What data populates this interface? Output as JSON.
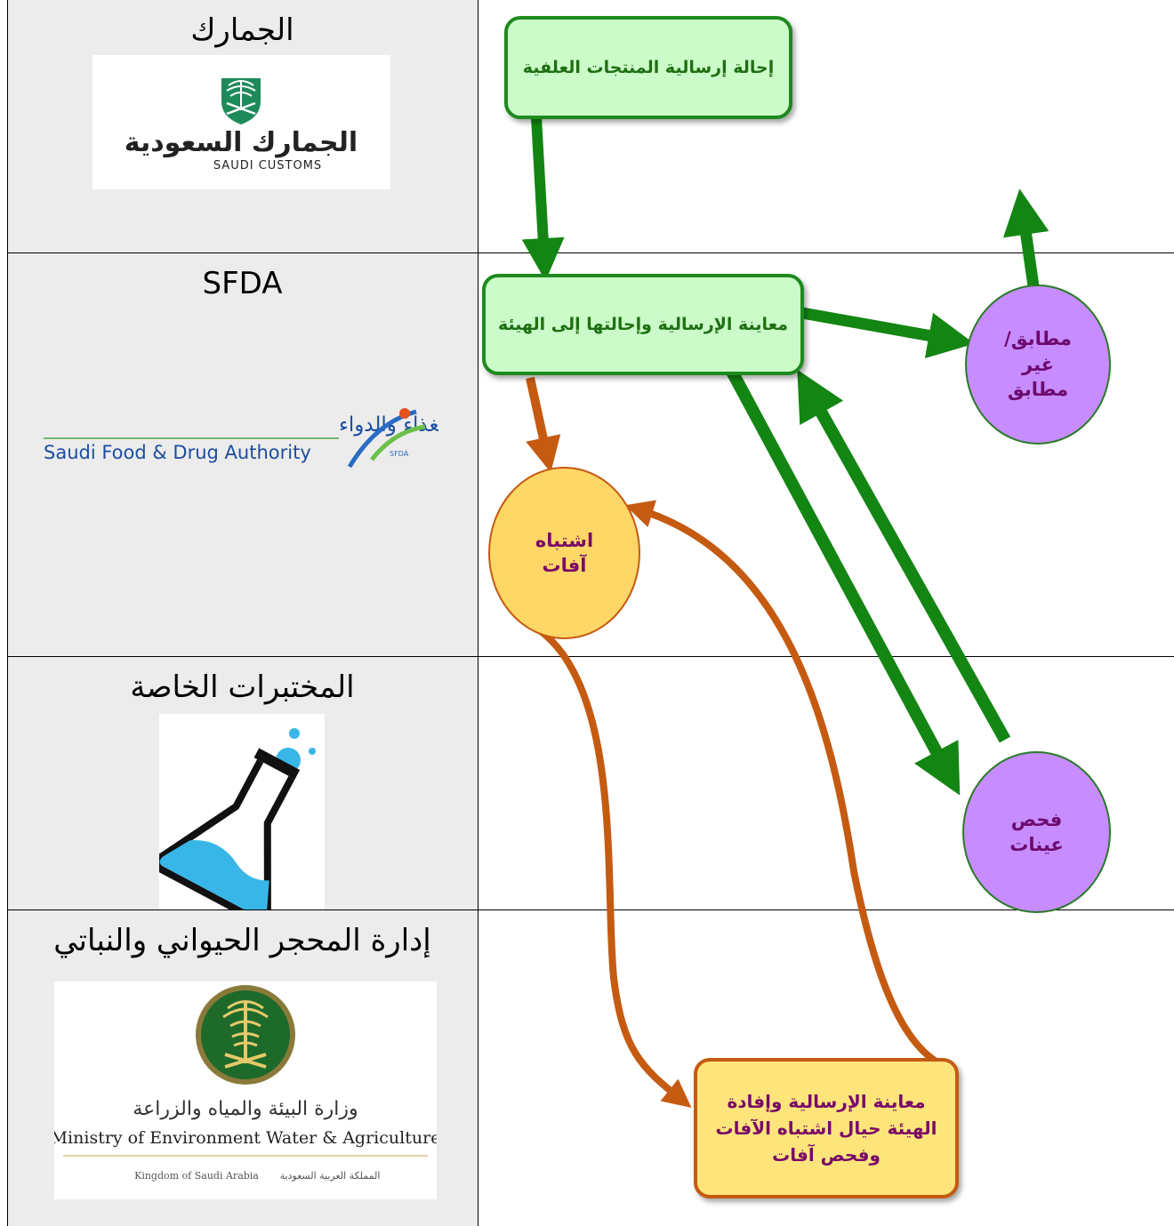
{
  "lanes": [
    {
      "title": "الجمارك",
      "logo": {
        "ar": "الجمارك السعودية",
        "en": "SAUDI CUSTOMS"
      }
    },
    {
      "title": "SFDA",
      "logo": {
        "ar": "الهيئة العامة للغذاء والدواء",
        "en": "Saudi Food & Drug Authority",
        "badge": "SFDA"
      }
    },
    {
      "title": "المختبرات الخاصة"
    },
    {
      "title": "إدارة المحجر الحيواني والنباتي",
      "logo": {
        "ar": "وزارة البيئة والمياه والزراعة",
        "en": "Ministry of Environment Water & Agriculture",
        "sub_en": "Kingdom of Saudi Arabia",
        "sub_ar": "المملكة العربية السعودية"
      }
    }
  ],
  "nodes": {
    "refer": "إحالة إرسالية المنتجات العلفية",
    "inspect": "معاينة الإرسالية وإحالتها إلى الهيئة",
    "match": "مطابق/\nغير\nمطابق",
    "suspect": "اشتباه\nآفات",
    "samples": "فحص\nعينات",
    "quarantine": "معاينة الإرسالية وإفادة\nالهيئة حيال اشتباه الآفات\nوفحص آفات"
  },
  "colors": {
    "green_arrow": "#138513",
    "orange_arrow": "#c55a11",
    "green_box": "#cbfbc9",
    "orange_box": "#fde57b",
    "purple_circle": "#c78cff",
    "yellow_circle": "#fed766"
  }
}
